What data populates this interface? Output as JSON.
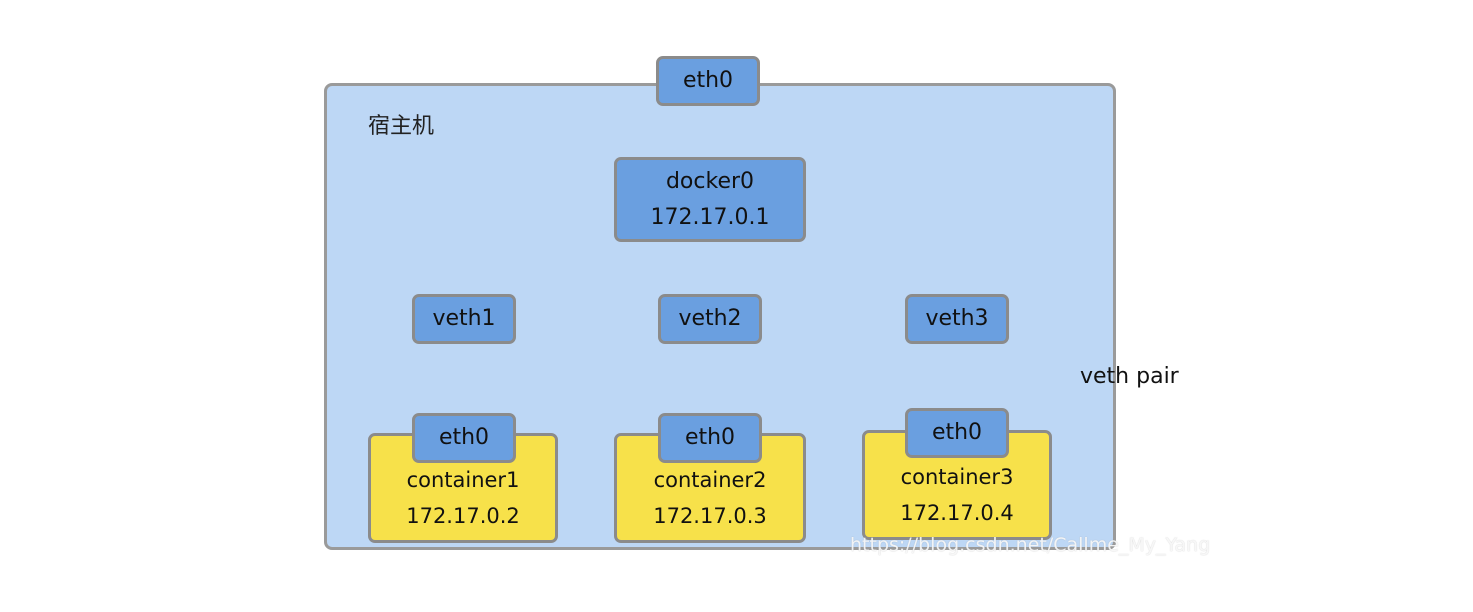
{
  "host": {
    "label": "宿主机",
    "eth0_label": "eth0"
  },
  "bridge": {
    "name": "docker0",
    "ip": "172.17.0.1"
  },
  "veths": [
    {
      "label": "veth1"
    },
    {
      "label": "veth2"
    },
    {
      "label": "veth3"
    }
  ],
  "containers": [
    {
      "eth_label": "eth0",
      "name": "container1",
      "ip": "172.17.0.2"
    },
    {
      "eth_label": "eth0",
      "name": "container2",
      "ip": "172.17.0.3"
    },
    {
      "eth_label": "eth0",
      "name": "container3",
      "ip": "172.17.0.4"
    }
  ],
  "annotation": {
    "veth_pair": "veth pair"
  },
  "watermark": "https://blog.csdn.net/Callme_My_Yang",
  "colors": {
    "host_bg": "#bdd7f5",
    "node_fill": "#6a9fe0",
    "container_fill": "#f7e14a",
    "arrow_red": "#cc3333",
    "arrow_black": "#111111"
  }
}
